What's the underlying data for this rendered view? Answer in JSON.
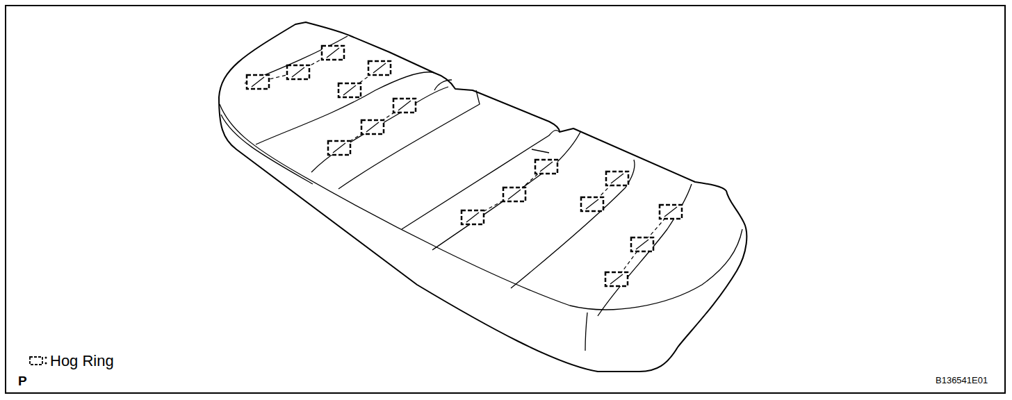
{
  "diagram": {
    "labels": [
      "P",
      "B136541E01"
    ],
    "legend": [
      {
        "text": "Hog Ring"
      }
    ]
  }
}
